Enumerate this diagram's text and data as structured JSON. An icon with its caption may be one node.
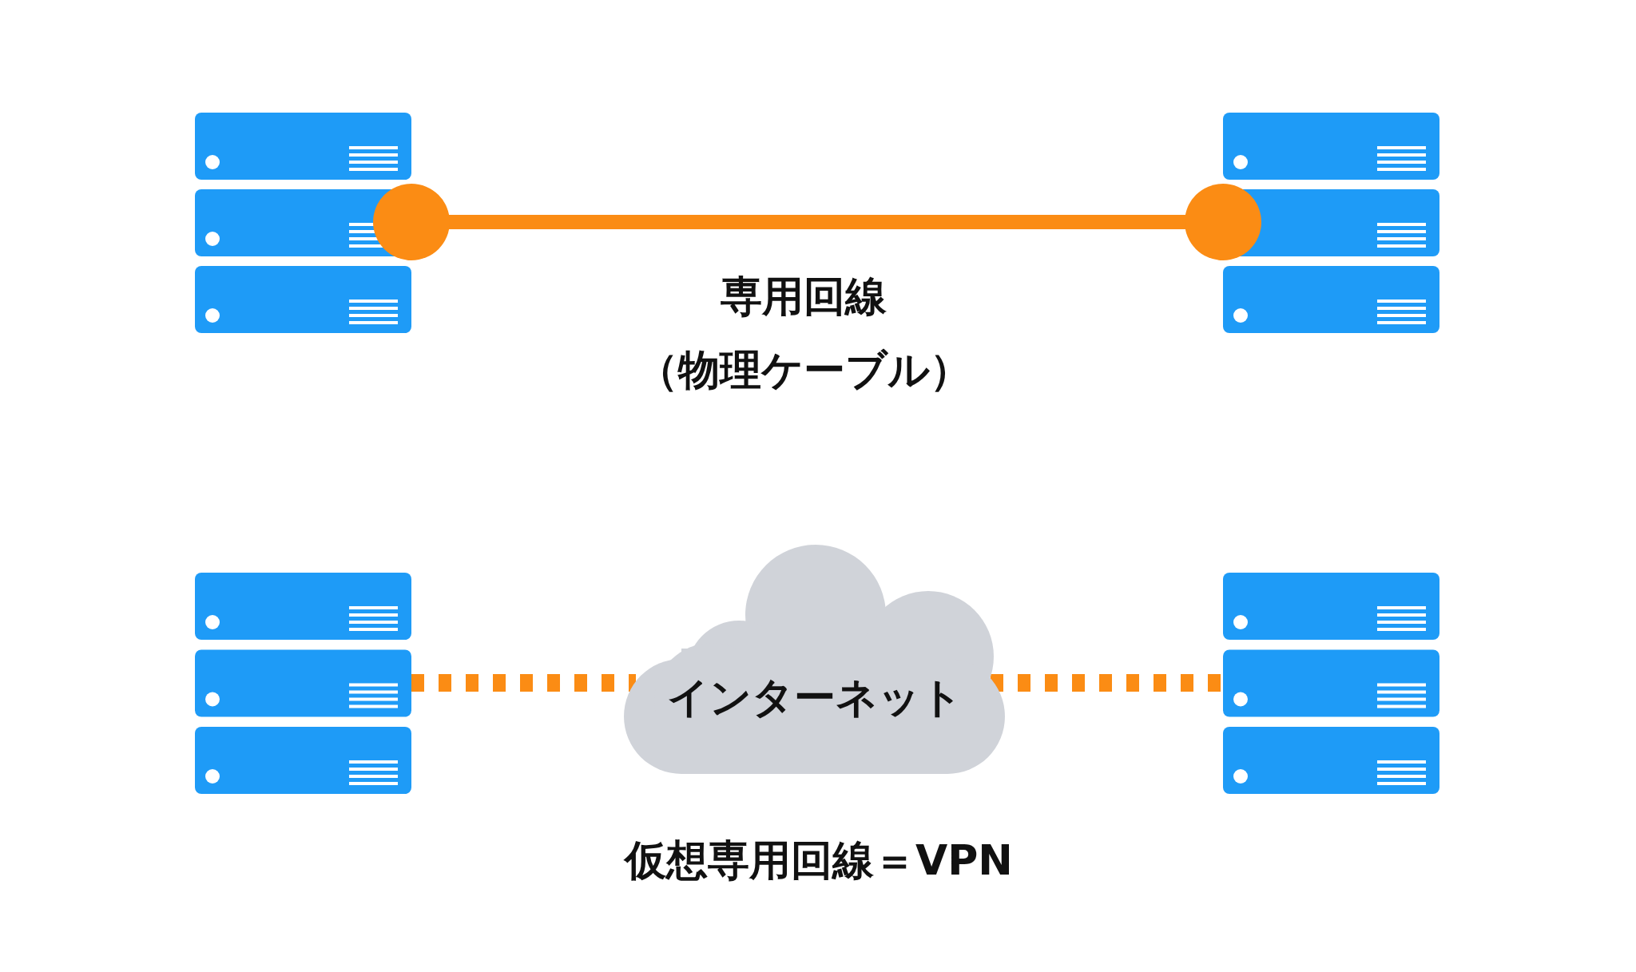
{
  "diagram": {
    "nodes": [
      {
        "text": [],
        "shape": "picture"
      },
      {
        "text": [],
        "shape": "picture"
      },
      {
        "text": [],
        "shape": "picture"
      },
      {
        "text": [
          "インターネット"
        ]
      },
      {
        "text": [],
        "shape": "picture"
      }
    ],
    "edges": [
      {
        "from": 0,
        "to": 1,
        "arrow": "other"
      },
      {
        "from": 2,
        "to": 3,
        "arrow": "none",
        "style": "dashed"
      },
      {
        "from": 3,
        "to": 4,
        "arrow": "none",
        "style": "dashed"
      }
    ],
    "labels": [
      "専用回線",
      "（物理ケーブル）",
      "仮想専用回線＝VPN"
    ]
  }
}
